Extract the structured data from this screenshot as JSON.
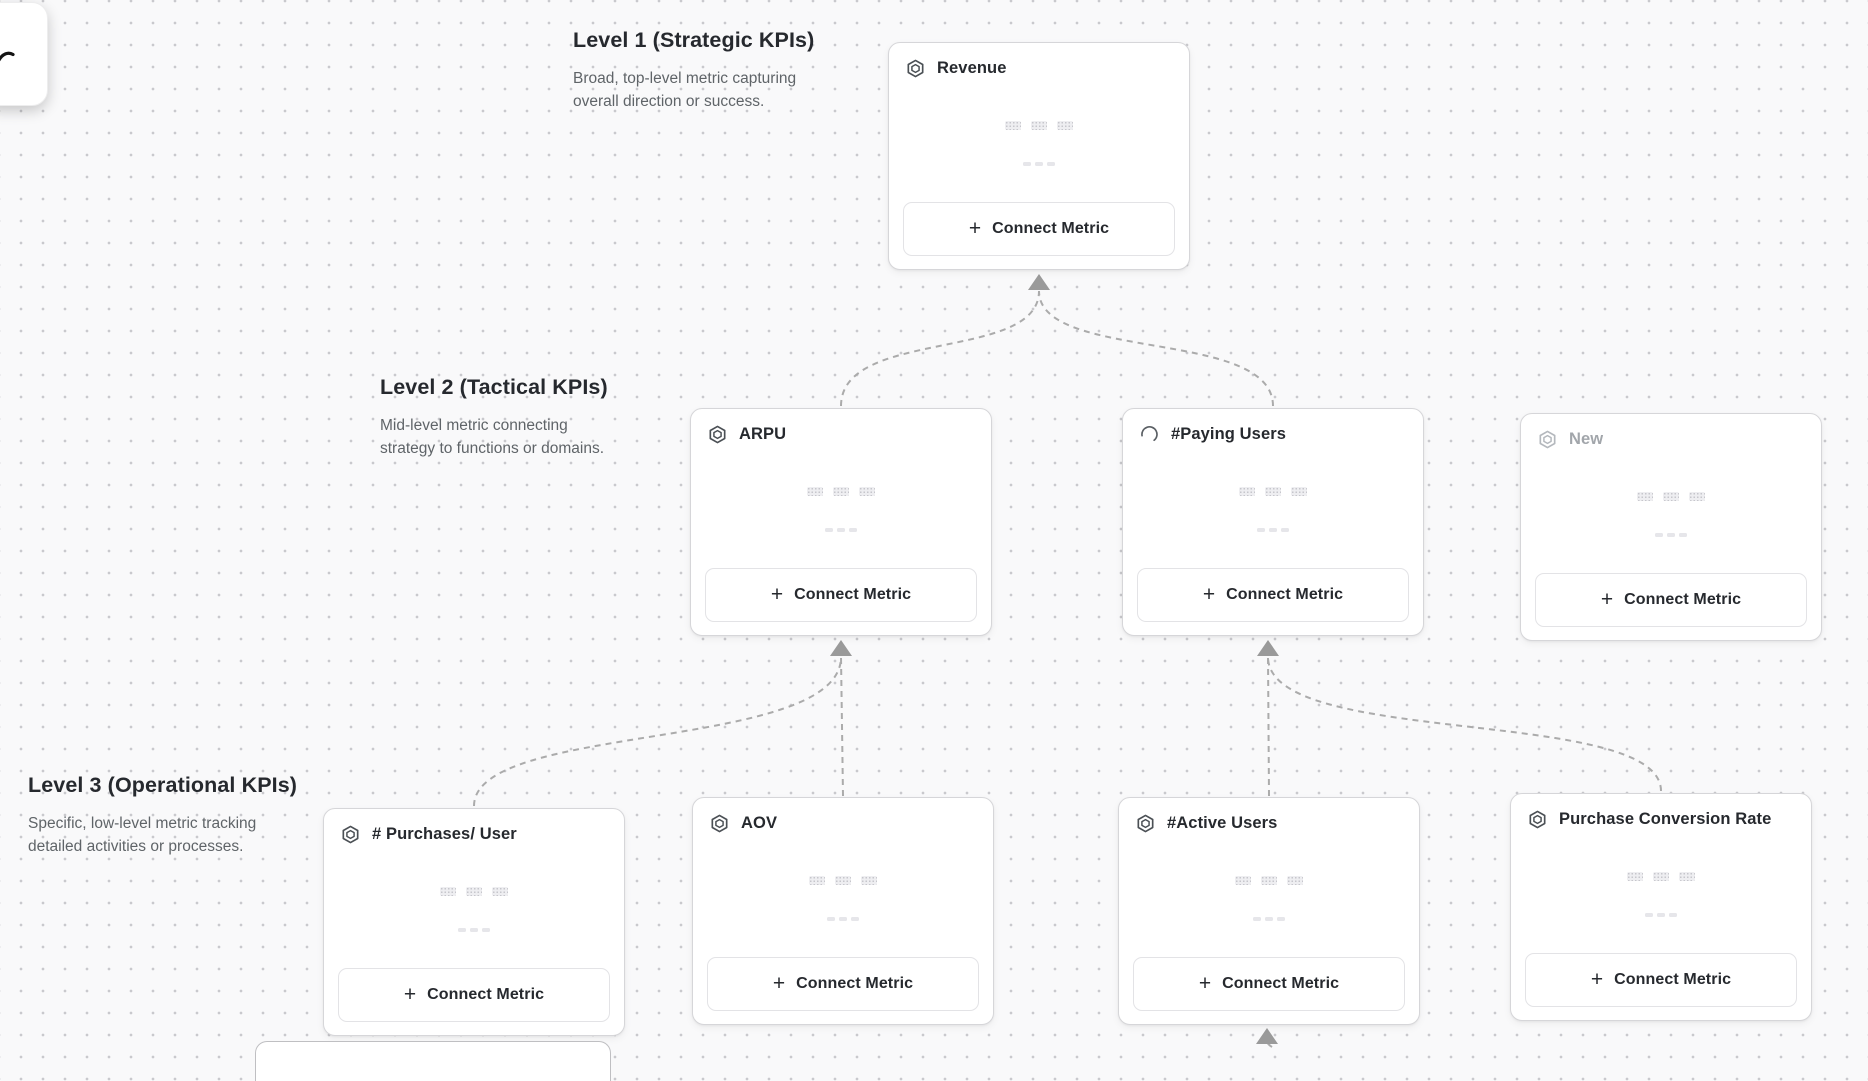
{
  "labels": {
    "connect_metric": "Connect Metric",
    "plus": "+"
  },
  "levels": [
    {
      "title": "Level 1 (Strategic KPIs)",
      "desc1": "Broad, top-level metric capturing",
      "desc2": "overall direction or success."
    },
    {
      "title": "Level 2 (Tactical KPIs)",
      "desc1": "Mid-level metric connecting",
      "desc2": "strategy to functions or domains."
    },
    {
      "title": "Level 3 (Operational KPIs)",
      "desc1": "Specific, low-level metric tracking",
      "desc2": "detailed activities or processes."
    }
  ],
  "cards": [
    {
      "title": "Revenue",
      "icon": "hexagon-icon",
      "level": 1,
      "muted": false
    },
    {
      "title": "ARPU",
      "icon": "hexagon-icon",
      "level": 2,
      "muted": false
    },
    {
      "title": "#Paying Users",
      "icon": "spinner-icon",
      "level": 2,
      "muted": false
    },
    {
      "title": "New",
      "icon": "hexagon-icon",
      "level": 2,
      "muted": true
    },
    {
      "title": "# Purchases/ User",
      "icon": "hexagon-icon",
      "level": 3,
      "muted": false
    },
    {
      "title": "AOV",
      "icon": "hexagon-icon",
      "level": 3,
      "muted": false
    },
    {
      "title": "#Active Users",
      "icon": "hexagon-icon",
      "level": 3,
      "muted": false
    },
    {
      "title": "Purchase Conversion Rate",
      "icon": "hexagon-icon",
      "level": 3,
      "muted": false
    }
  ],
  "edges": [
    {
      "from": "ARPU",
      "to": "Revenue"
    },
    {
      "from": "#Paying Users",
      "to": "Revenue"
    },
    {
      "from": "# Purchases/ User",
      "to": "ARPU"
    },
    {
      "from": "AOV",
      "to": "ARPU"
    },
    {
      "from": "#Active Users",
      "to": "#Paying Users"
    },
    {
      "from": "Purchase Conversion Rate",
      "to": "#Paying Users"
    },
    {
      "from": "offscreen-child",
      "to": "#Active Users"
    }
  ],
  "colors": {
    "canvas_bg": "#f9f9fa",
    "dot": "#c9c9cd",
    "card_border": "#d6d6d9",
    "edge": "#ababab",
    "arrow": "#9a9a9a",
    "title": "#26292e",
    "muted_title": "#a2a6ab",
    "desc": "#5f6468"
  }
}
